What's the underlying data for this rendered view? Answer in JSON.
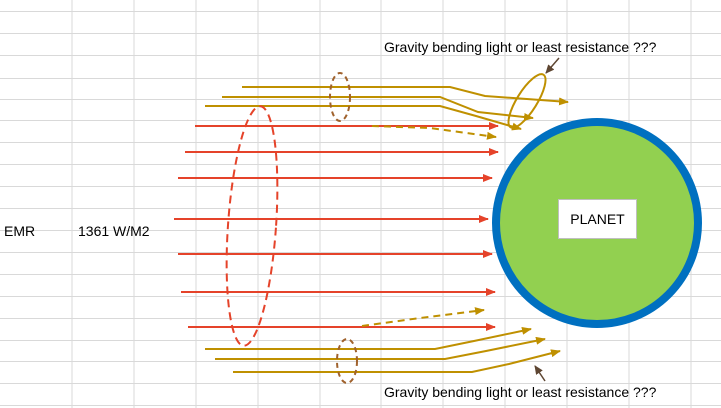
{
  "spreadsheet": {
    "cells": {
      "emr": "EMR",
      "irradiance": "1361 W/M2"
    },
    "gridline_color": "#d9d9d9"
  },
  "diagram": {
    "planet": {
      "label": "PLANET",
      "fill": "#92d050",
      "outline": "#0070c0"
    },
    "annotations": {
      "top": "Gravity bending light or least resistance ???",
      "bottom": "Gravity bending light or least resistance ???"
    },
    "colors": {
      "straight_ray": "#e5432a",
      "bent_ray": "#bf9000",
      "pointer_arrow": "#5e4632"
    }
  }
}
